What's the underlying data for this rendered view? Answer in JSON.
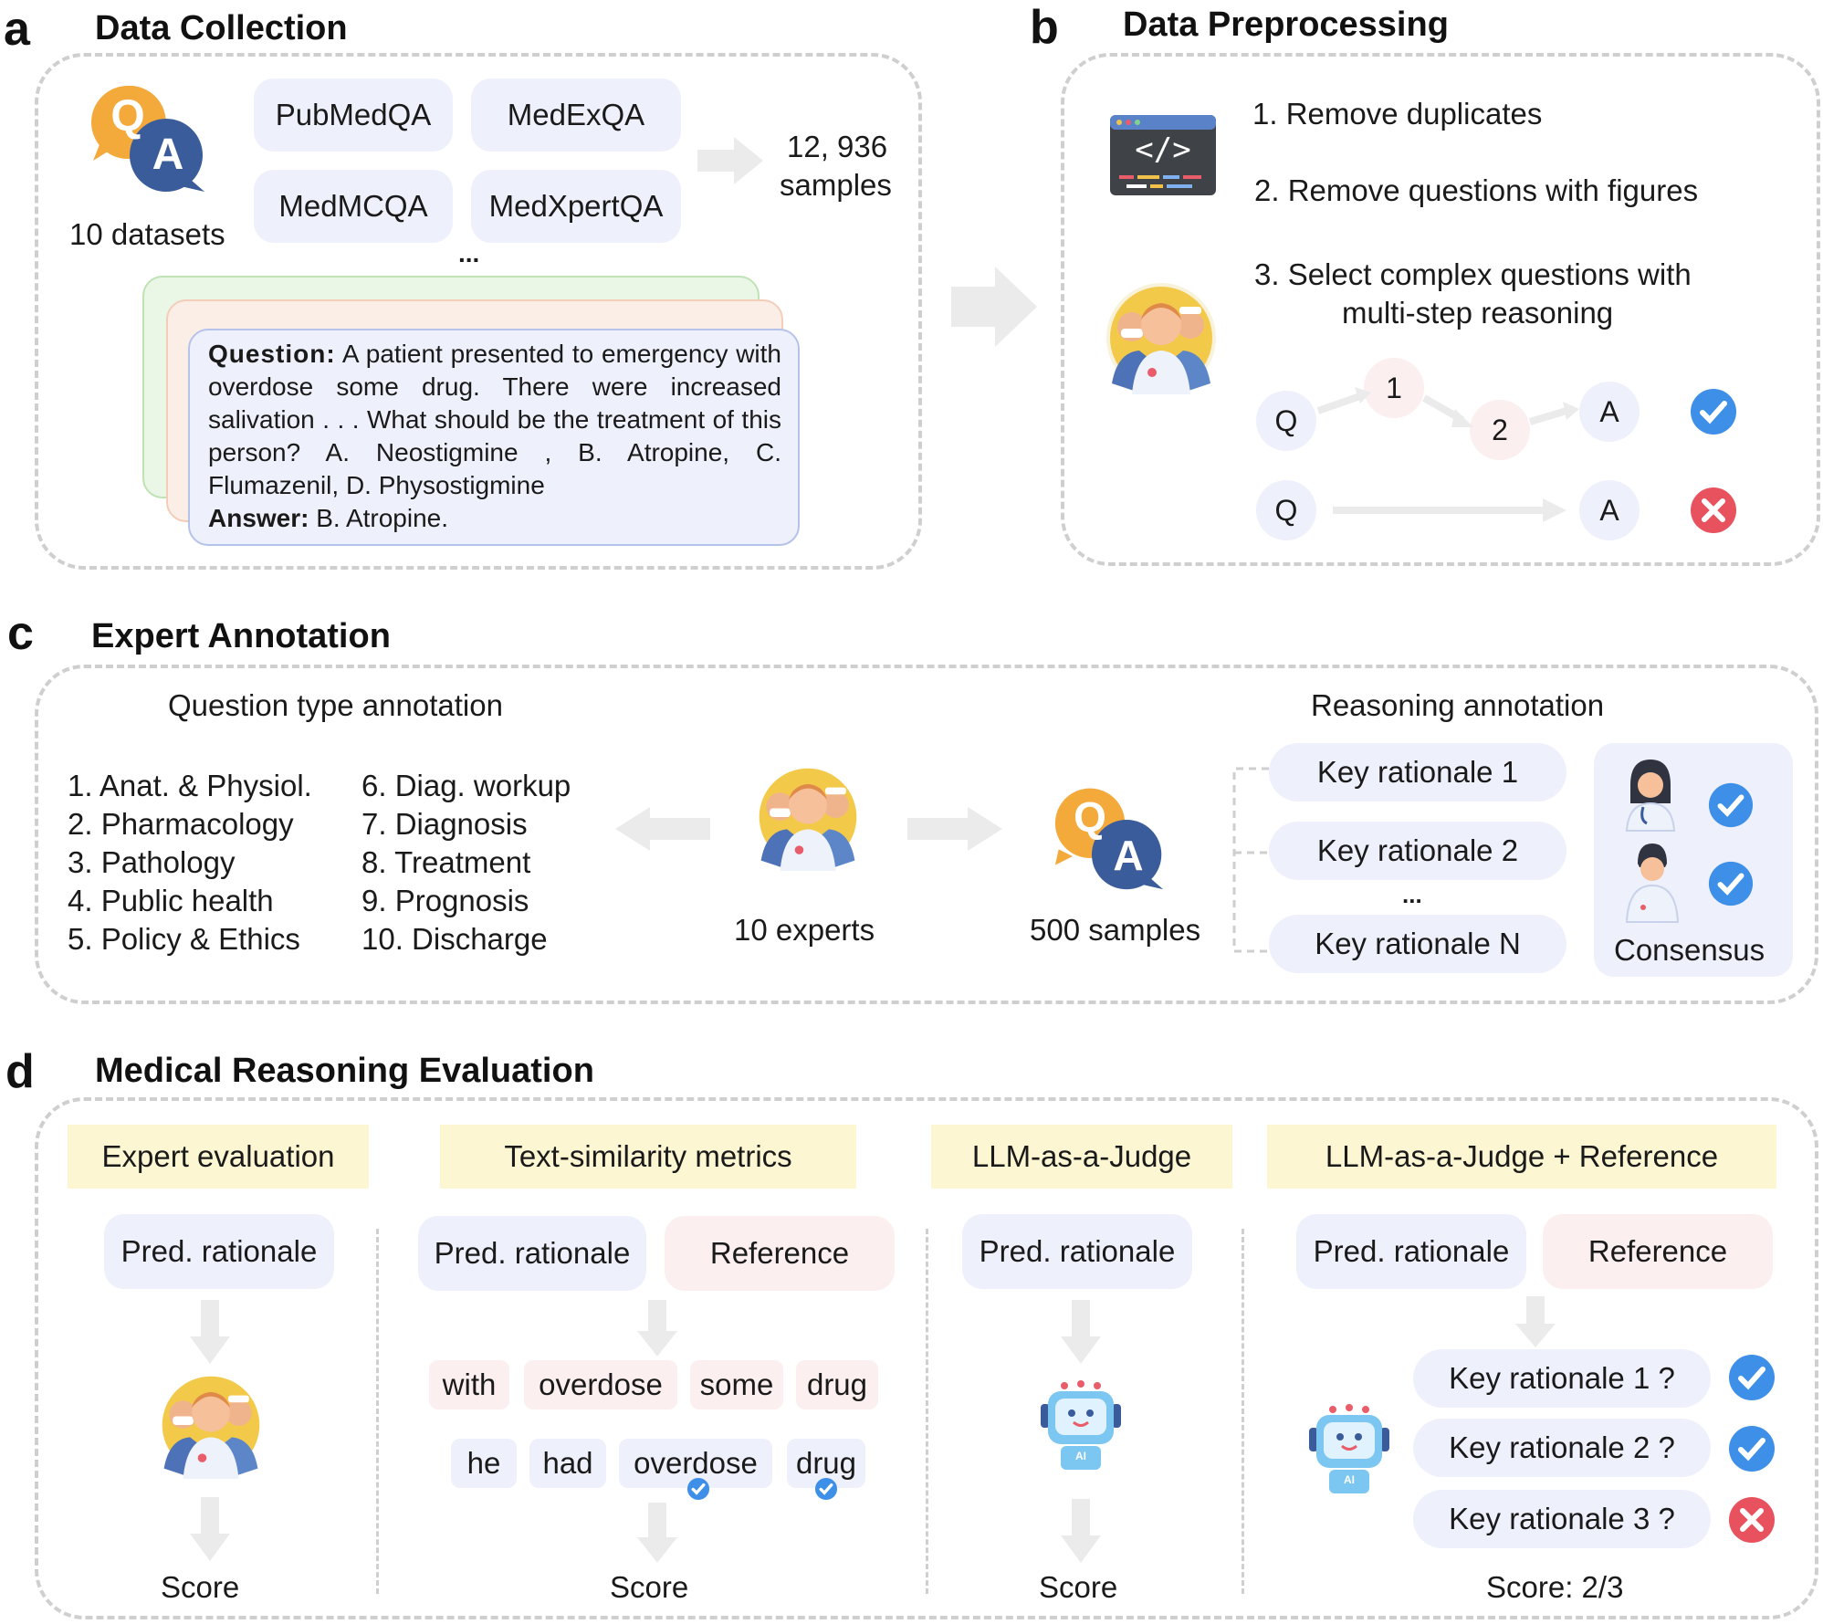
{
  "panel_a": {
    "letter": "a",
    "title": "Data Collection",
    "datasets_caption": "10 datasets",
    "dataset_pills": [
      "PubMedQA",
      "MedExQA",
      "MedMCQA",
      "MedXpertQA"
    ],
    "ellipsis": "...",
    "samples_line1": "12, 936",
    "samples_line2": "samples",
    "qa_icon_letters": [
      "Q",
      "A"
    ],
    "card_question_label": "Question:",
    "card_question_text": "A patient presented to emergency with overdose some drug. There were increased salivation . . . What should be the treatment of this person? A. Neostigmine , B. Atropine, C. Flumazenil, D. Physostigmine",
    "card_answer_label": "Answer:",
    "card_answer_text": "B. Atropine."
  },
  "panel_b": {
    "letter": "b",
    "title": "Data Preprocessing",
    "steps": [
      "1. Remove duplicates",
      "2. Remove questions with figures",
      "3. Select complex questions with",
      "multi-step reasoning"
    ],
    "code_glyph": "</>",
    "flow_good": [
      "Q",
      "1",
      "2",
      "A"
    ],
    "flow_bad": [
      "Q",
      "A"
    ]
  },
  "panel_c": {
    "letter": "c",
    "title": "Expert Annotation",
    "question_type_heading": "Question type annotation",
    "types_col1": [
      "1. Anat. & Physiol.",
      "2. Pharmacology",
      "3. Pathology",
      "4. Public health",
      "5. Policy & Ethics"
    ],
    "types_col2": [
      "6. Diag. workup",
      "7. Diagnosis",
      "8. Treatment",
      "9. Prognosis",
      "10. Discharge"
    ],
    "experts_caption": "10 experts",
    "samples_caption": "500 samples",
    "reasoning_heading": "Reasoning annotation",
    "rationales": [
      "Key rationale 1",
      "Key rationale 2",
      "Key rationale N"
    ],
    "ellipsis": "...",
    "consensus": "Consensus"
  },
  "panel_d": {
    "letter": "d",
    "title": "Medical Reasoning Evaluation",
    "methods": [
      "Expert evaluation",
      "Text-similarity metrics",
      "LLM-as-a-Judge",
      "LLM-as-a-Judge + Reference"
    ],
    "pred_rationale": "Pred. rationale",
    "reference": "Reference",
    "pred_words": [
      "with",
      "overdose",
      "some",
      "drug"
    ],
    "ref_words": [
      "he",
      "had",
      "overdose",
      "drug"
    ],
    "score": "Score",
    "judge_checks": [
      "Key rationale 1 ?",
      "Key rationale 2 ?",
      "Key rationale 3 ?"
    ],
    "final_score": "Score: 2/3",
    "robot_badge": "AI"
  },
  "colors": {
    "pill_blue": "#eef0fb",
    "pill_pink": "#fbefef",
    "pill_yellow": "#fcf6d2",
    "check_blue": "#3d8fe8",
    "cross_red": "#e8525e",
    "qa_orange": "#f4a93b",
    "qa_navy": "#3b5c9a"
  }
}
